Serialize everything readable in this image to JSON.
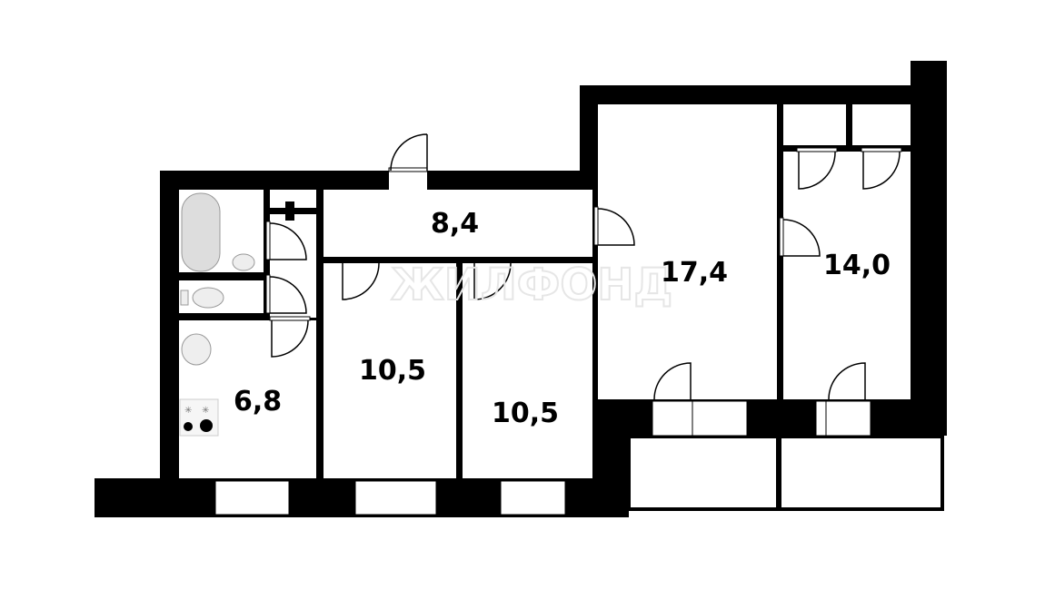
{
  "plan": {
    "watermark": "ЖИЛФОНД",
    "rooms": [
      {
        "id": "hall",
        "area": "8,4"
      },
      {
        "id": "living-room",
        "area": "17,4"
      },
      {
        "id": "bedroom-right",
        "area": "14,0"
      },
      {
        "id": "kitchen",
        "area": "6,8"
      },
      {
        "id": "bedroom-left",
        "area": "10,5"
      },
      {
        "id": "bedroom-middle",
        "area": "10,5"
      }
    ],
    "colors": {
      "wall": "#000000",
      "floor": "#ffffff",
      "watermark": "#e6e6e6"
    }
  }
}
